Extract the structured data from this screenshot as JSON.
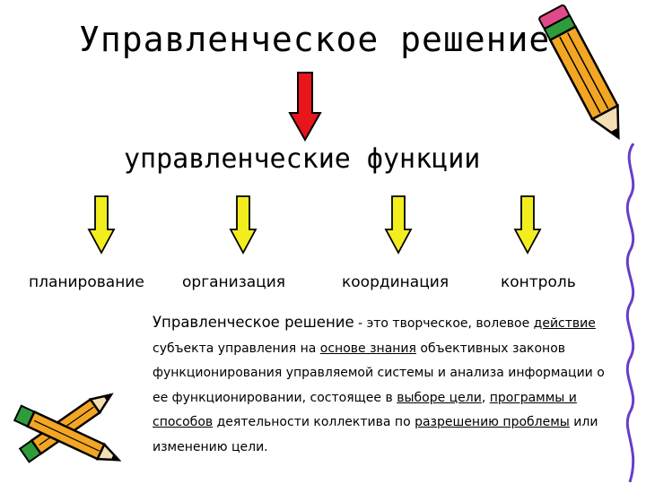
{
  "diagram": {
    "title": "Управленческое решение",
    "subtitle": "управленческие функции",
    "functions": [
      {
        "label": "планирование"
      },
      {
        "label": "организация"
      },
      {
        "label": "координация"
      },
      {
        "label": "контроль"
      }
    ],
    "definition": {
      "term": "Управленческое решение",
      "dash": " - ",
      "parts": [
        "это творческое, волевое ",
        "действие",
        " субъекта управления на ",
        "основе знания",
        " объективных законов функционирования управляемой системы и анализа информации о ее функционировании, состоящее в ",
        "выборе цели",
        ", ",
        "программы и способов",
        " деятельности коллектива по ",
        "разрешению проблемы",
        " или изменению цели."
      ]
    }
  },
  "colors": {
    "main_arrow": "#e8151b",
    "func_arrow": "#f2ee1e",
    "pencil_body": "#f2a623",
    "pencil_green": "#2e9c3a",
    "border": "#6a3cc9"
  },
  "icons": [
    "pencil-icon",
    "crossed-pencils-icon"
  ]
}
